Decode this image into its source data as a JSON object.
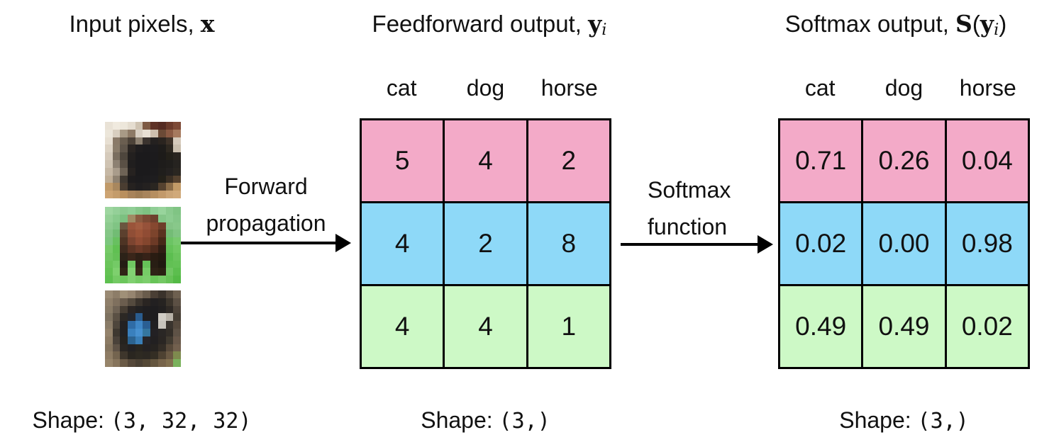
{
  "figure": {
    "input_panel": {
      "title": {
        "prefix": "Input pixels, ",
        "vector": "x"
      },
      "shape": {
        "prefix": "Shape: ",
        "tuple": "(3, 32, 32)"
      },
      "images": [
        {
          "name": "cat",
          "pixels": [
            [
              "#e9e2d6",
              "#f0eadf",
              "#ede7db",
              "#e5ddd0",
              "#cfc3b2",
              "#7e5a44",
              "#5e3226",
              "#552b22",
              "#6b3a2b",
              "#7d4936"
            ],
            [
              "#ece6da",
              "#d9cfc0",
              "#a89a86",
              "#8d7a66",
              "#d8cfc2",
              "#e8e0d4",
              "#cdbfae",
              "#6b4a36",
              "#8a5a43",
              "#a67a5e"
            ],
            [
              "#e7dfd2",
              "#8a7a68",
              "#6a5e50",
              "#4c4238",
              "#8c8070",
              "#3a332e",
              "#242120",
              "#2a241f",
              "#3e3228",
              "#d6cabb"
            ],
            [
              "#ddd3c4",
              "#8a7c6a",
              "#5f554a",
              "#2a2522",
              "#1f1d1e",
              "#1c1b1d",
              "#1d1c1e",
              "#1e1c1a",
              "#2e2820",
              "#cbbfae"
            ],
            [
              "#d5cabb",
              "#7a6e5f",
              "#4e463d",
              "#23201f",
              "#1b1a1c",
              "#1b1a1c",
              "#1c1b1d",
              "#1d1b19",
              "#232019",
              "#2a251f"
            ],
            [
              "#cfc3b2",
              "#8d8172",
              "#5a5045",
              "#201e1e",
              "#1b1a1c",
              "#1b1a1c",
              "#1b1a1c",
              "#1e1c1b",
              "#201e1c",
              "#262320"
            ],
            [
              "#c6b8a5",
              "#a99c8b",
              "#6e6356",
              "#262220",
              "#1b1a1c",
              "#1b1a1c",
              "#1c1b1d",
              "#201e1c",
              "#242120",
              "#2a2621"
            ],
            [
              "#bfae97",
              "#8f8271",
              "#3f3831",
              "#1e1c1d",
              "#1c1b1d",
              "#1d1c1e",
              "#1e1d1f",
              "#232019",
              "#3a2f24",
              "#55422f"
            ],
            [
              "#c09a6a",
              "#a8875e",
              "#4a3d31",
              "#262220",
              "#201e1f",
              "#242120",
              "#2a2621",
              "#55422f",
              "#8a6c48",
              "#c29b68"
            ],
            [
              "#cda473",
              "#c49c6b",
              "#b98f5e",
              "#a8835a",
              "#9f7d55",
              "#a8845c",
              "#b68e60",
              "#c2996a",
              "#cba476",
              "#d0a97a"
            ]
          ]
        },
        {
          "name": "horse",
          "pixels": [
            [
              "#9ed6a0",
              "#94d098",
              "#8cca90",
              "#90ce96",
              "#86c68a",
              "#7ec282",
              "#90ce96",
              "#98d49c",
              "#8aca8e",
              "#80c484"
            ],
            [
              "#94d096",
              "#88ca8c",
              "#7cc080",
              "#a08a64",
              "#8a5a40",
              "#7c4a34",
              "#6e402e",
              "#84c688",
              "#8ccc90",
              "#84c688"
            ],
            [
              "#8cca8e",
              "#80c484",
              "#6a5640",
              "#9a543a",
              "#a25c40",
              "#96523a",
              "#864830",
              "#6e3e2a",
              "#84c486",
              "#88c88a"
            ],
            [
              "#84c686",
              "#72bc74",
              "#5c402e",
              "#904e36",
              "#9c5438",
              "#904c34",
              "#7c442c",
              "#5a3220",
              "#74bc76",
              "#80c482"
            ],
            [
              "#7cc67e",
              "#68c060",
              "#4e3424",
              "#7c4430",
              "#904c34",
              "#84462e",
              "#6c3a26",
              "#462818",
              "#6cc464",
              "#78ca6e"
            ],
            [
              "#76ca68",
              "#60c052",
              "#3e2a1e",
              "#5c3424",
              "#6c3a28",
              "#603422",
              "#4c2a1c",
              "#301e14",
              "#64c258",
              "#70c862"
            ],
            [
              "#70c662",
              "#64c056",
              "#2c2218",
              "#3a261a",
              "#2e2016",
              "#362218",
              "#2a1c12",
              "#241a10",
              "#5cbe50",
              "#6ac45c"
            ],
            [
              "#6ac45a",
              "#74ca66",
              "#241c14",
              "#70c862",
              "#2c2016",
              "#66c258",
              "#281e14",
              "#201810",
              "#62c054",
              "#64c256"
            ],
            [
              "#64c254",
              "#7ed06e",
              "#302416",
              "#82d272",
              "#362818",
              "#76cc66",
              "#2e2216",
              "#2a2012",
              "#70c662",
              "#5cbe4e"
            ],
            [
              "#5ec050",
              "#74ca64",
              "#6cc65c",
              "#80d070",
              "#74ca64",
              "#7cce6c",
              "#68c458",
              "#74c864",
              "#66c256",
              "#54ba46"
            ]
          ]
        },
        {
          "name": "dog",
          "pixels": [
            [
              "#9a8a74",
              "#8d7d68",
              "#a09078",
              "#968570",
              "#7e6e5c",
              "#6a5c4c",
              "#4a3f35",
              "#3a322b",
              "#53483c",
              "#6e6050"
            ],
            [
              "#8f7f6a",
              "#7f705e",
              "#6b5d4e",
              "#544a3e",
              "#3a332c",
              "#2a2522",
              "#222021",
              "#262321",
              "#3c352c",
              "#5c5044"
            ],
            [
              "#887a66",
              "#6e6254",
              "#463d33",
              "#2a2523",
              "#222122",
              "#1f1e20",
              "#1e1d1f",
              "#222020",
              "#2e2925",
              "#4e443a"
            ],
            [
              "#7e7260",
              "#5a5044",
              "#2c2824",
              "#24262c",
              "#2a5c8e",
              "#1f1e20",
              "#1e1d1f",
              "#d0ccc4",
              "#b8b2a8",
              "#463e34"
            ],
            [
              "#8a7c68",
              "#4e463c",
              "#232122",
              "#2f6ca6",
              "#3f87c6",
              "#2a5f93",
              "#201f21",
              "#c8c4bc",
              "#3a342e",
              "#55493d"
            ],
            [
              "#94836c",
              "#3e3830",
              "#222122",
              "#3a80bd",
              "#4790cf",
              "#35769f",
              "#232124",
              "#2a2725",
              "#332e28",
              "#5e5246"
            ],
            [
              "#8c7b64",
              "#4a423a",
              "#26231f",
              "#2c6390",
              "#3a7fb8",
              "#262428",
              "#222021",
              "#2a2623",
              "#403a30",
              "#68584a"
            ],
            [
              "#84745e",
              "#5e5246",
              "#2a2622",
              "#232122",
              "#28251f",
              "#242122",
              "#262320",
              "#332d26",
              "#57493a",
              "#72604e"
            ],
            [
              "#8e7c64",
              "#74644f",
              "#3e362c",
              "#2a2620",
              "#2e2a22",
              "#2c2822",
              "#342e24",
              "#4e4232",
              "#6a5943",
              "#7e8a4e"
            ],
            [
              "#96846a",
              "#86745c",
              "#6a5a46",
              "#55483a",
              "#4a4034",
              "#544836",
              "#65563f",
              "#77644a",
              "#82704f",
              "#7ab25c"
            ]
          ]
        }
      ]
    },
    "feedforward_panel": {
      "title": {
        "prefix": "Feedforward output, ",
        "vector": "y",
        "subscript": "i"
      },
      "columns": [
        "cat",
        "dog",
        "horse"
      ],
      "matrix": [
        [
          "5",
          "4",
          "2"
        ],
        [
          "4",
          "2",
          "8"
        ],
        [
          "4",
          "4",
          "1"
        ]
      ],
      "shape": {
        "prefix": "Shape: ",
        "tuple": "(3,)"
      }
    },
    "softmax_panel": {
      "title": {
        "prefix": "Softmax output, ",
        "function": "S",
        "open_paren": "(",
        "vector": "y",
        "subscript": "i",
        "close_paren": ")"
      },
      "columns": [
        "cat",
        "dog",
        "horse"
      ],
      "matrix": [
        [
          "0.71",
          "0.26",
          "0.04"
        ],
        [
          "0.02",
          "0.00",
          "0.98"
        ],
        [
          "0.49",
          "0.49",
          "0.02"
        ]
      ],
      "shape": {
        "prefix": "Shape: ",
        "tuple": "(3,)"
      }
    },
    "arrows": {
      "forward": {
        "line1": "Forward",
        "line2": "propagation"
      },
      "softmax": {
        "line1": "Softmax",
        "line2": "function"
      }
    },
    "colors": {
      "row_cat_example": "#f3aac8",
      "row_horse_example": "#8ed9f8",
      "row_dog_example": "#cdf9c6",
      "grid_line": "#000000"
    }
  }
}
